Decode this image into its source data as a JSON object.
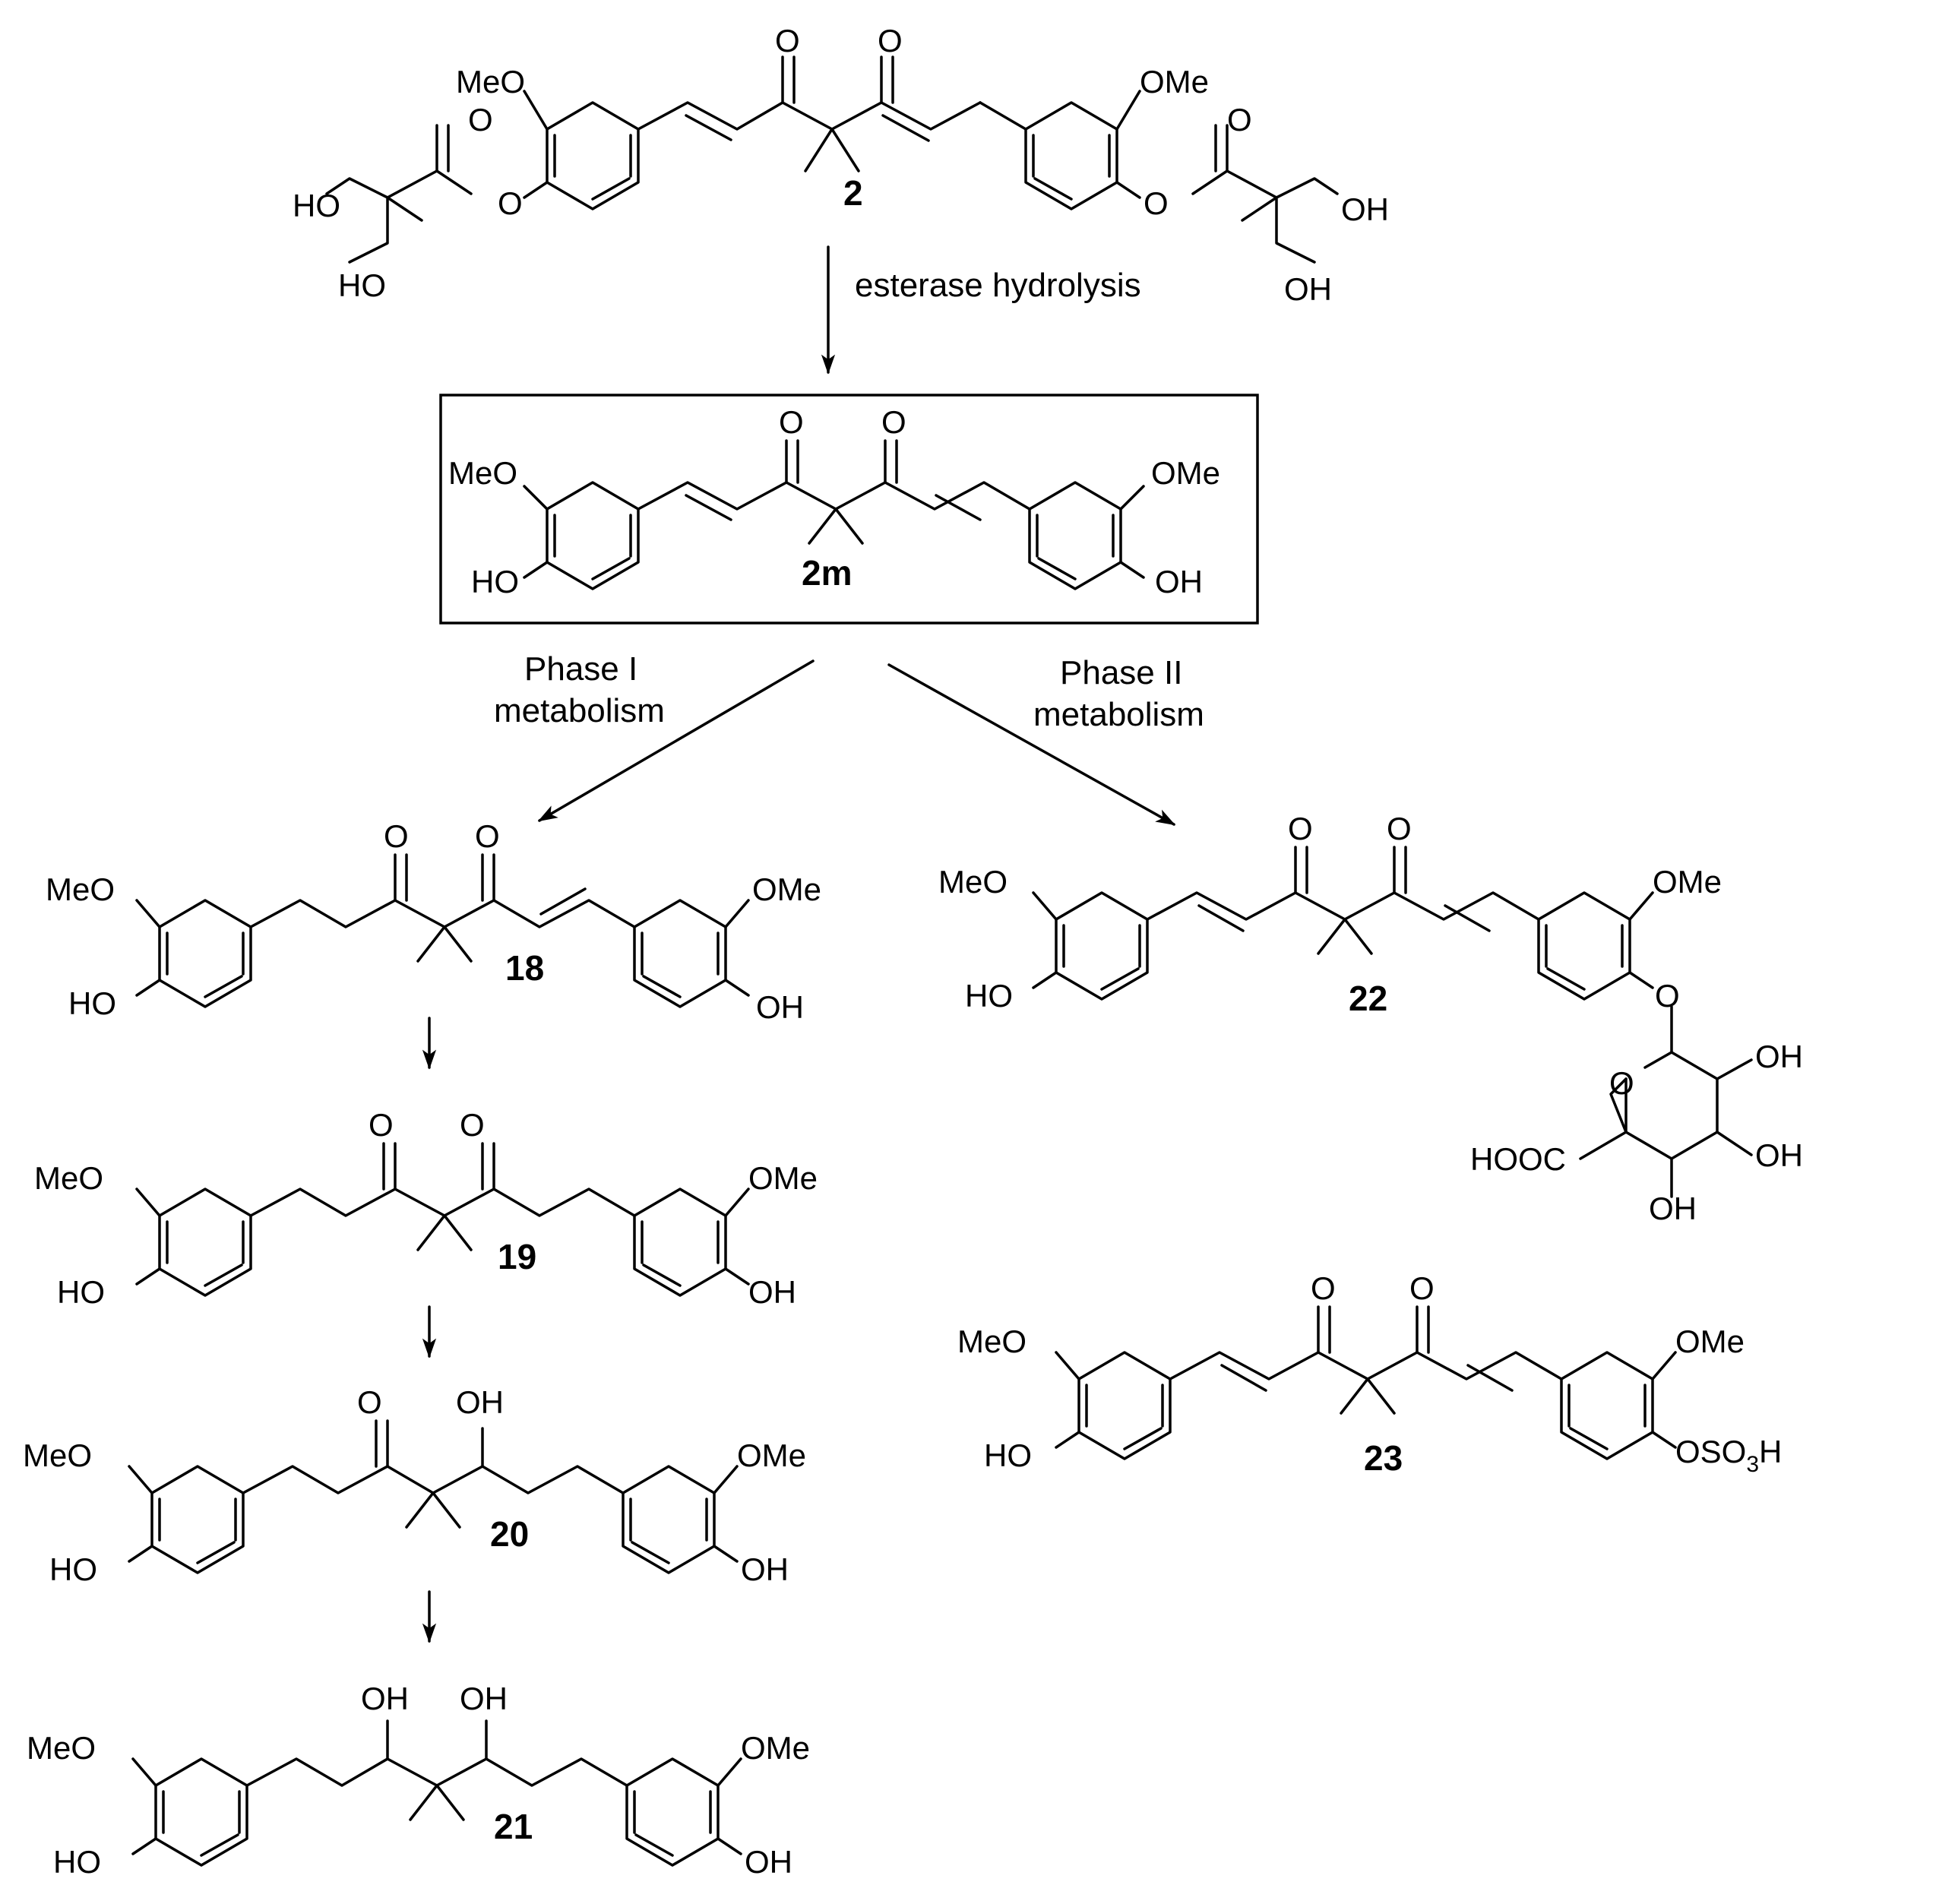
{
  "labels": {
    "OMe": "OMe",
    "MeO": "MeO",
    "OH": "OH",
    "HO": "HO",
    "O": "O",
    "HOOC": "HOOC",
    "OSO3H_main": "OSO",
    "OSO3H_sub": "3",
    "OSO3H_end": "H"
  },
  "compounds": {
    "c2": "2",
    "c2m": "2m",
    "c18": "18",
    "c19": "19",
    "c20": "20",
    "c21": "21",
    "c22": "22",
    "c23": "23"
  },
  "steps": {
    "esterase": "esterase hydrolysis",
    "phase1_line1": "Phase I",
    "phase1_line2": "metabolism",
    "phase2_line1": "Phase II",
    "phase2_line2": "metabolism"
  }
}
